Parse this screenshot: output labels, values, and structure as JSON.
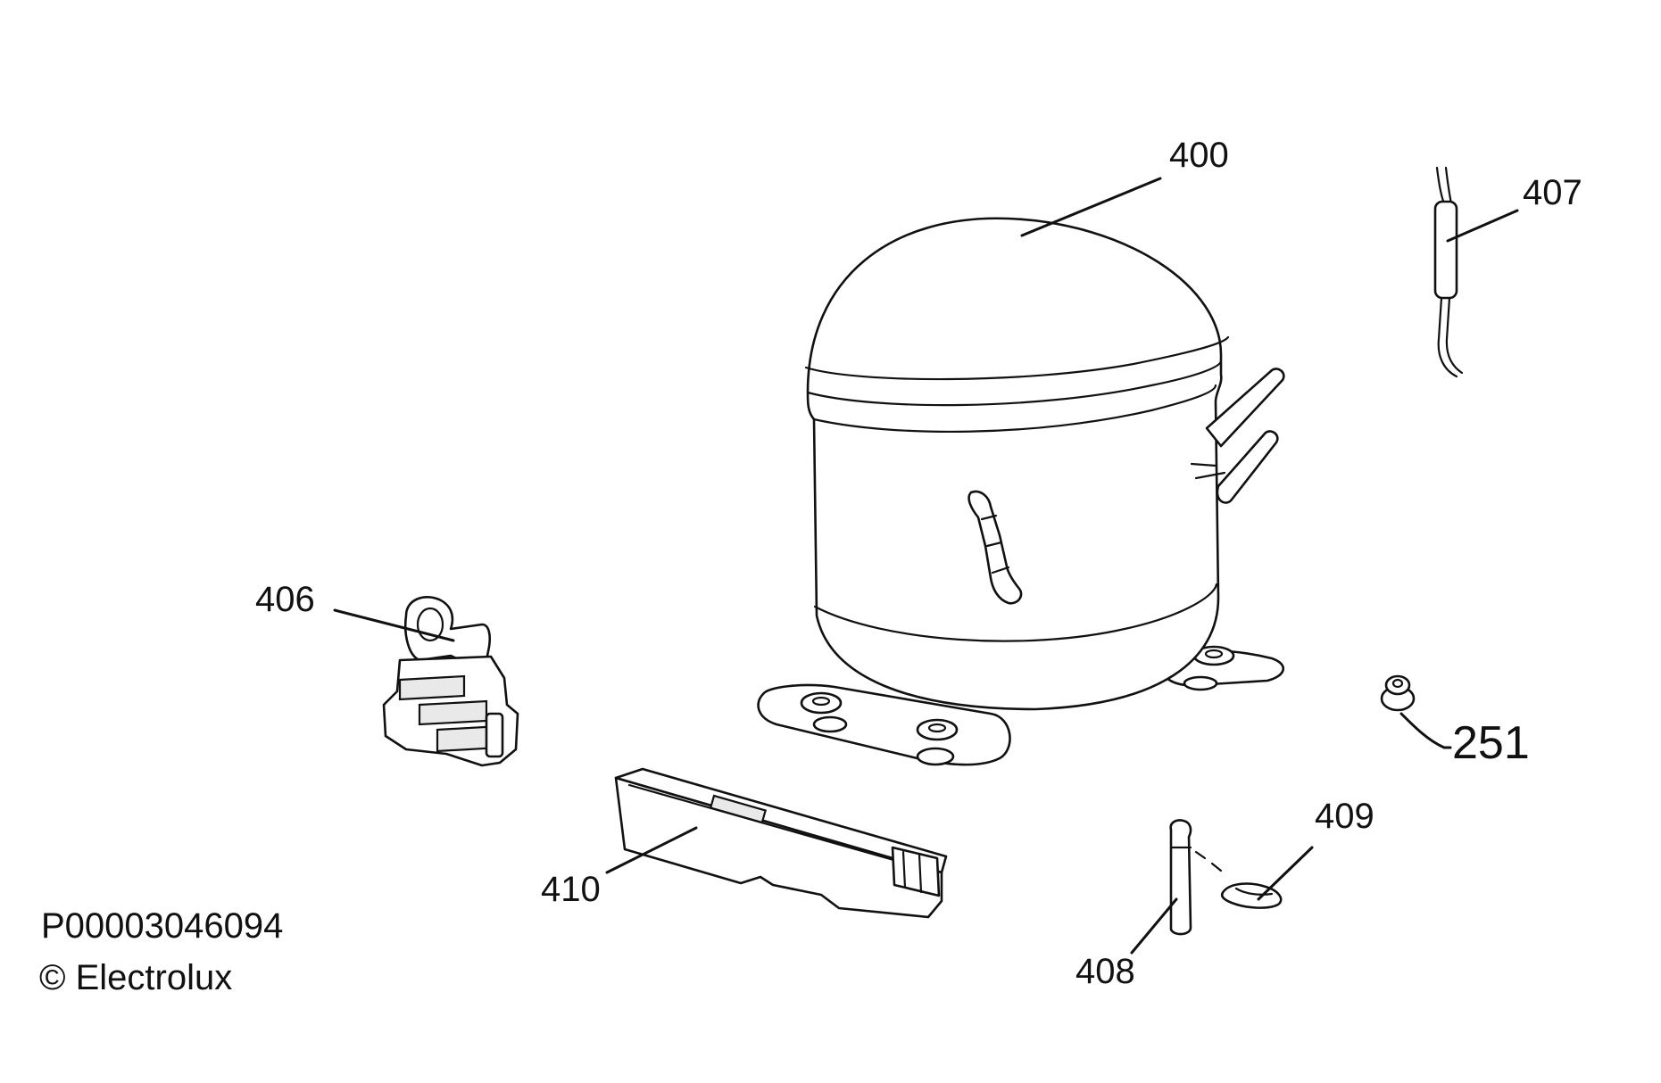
{
  "diagram": {
    "part_labels": {
      "p400": "400",
      "p407": "407",
      "p406": "406",
      "p251": "251",
      "p409": "409",
      "p410": "410",
      "p408": "408"
    },
    "footer": {
      "code": "P00003046094",
      "copyright": "© Electrolux"
    }
  }
}
